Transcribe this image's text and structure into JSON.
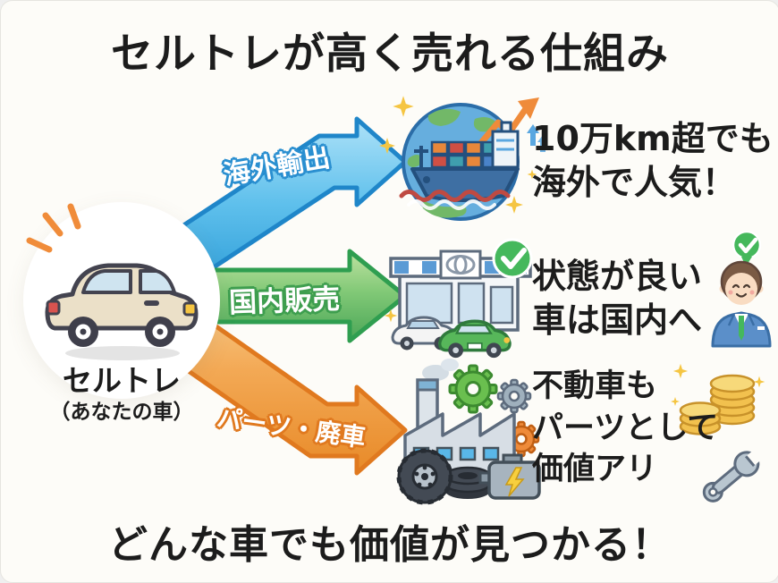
{
  "title": "セルトレが高く売れる仕組み",
  "footer": "どんな車でも価値が見つかる！",
  "source": {
    "label": "セルトレ",
    "sublabel": "（あなたの車）",
    "icon": "car-icon"
  },
  "routes": [
    {
      "name": "overseas-export",
      "arrow_label": "海外輸出",
      "lines": [
        "10万km超でも",
        "海外で人気！"
      ],
      "icon": "cargo-ship-globe-icon",
      "arrow_color": "#38a8e0",
      "arrow_border": "#1f86c9"
    },
    {
      "name": "domestic-sale",
      "arrow_label": "国内販売",
      "lines": [
        "状態が良い",
        "車は国内へ"
      ],
      "icon": "dealership-icon",
      "arrow_color": "#5cb85c",
      "arrow_border": "#2f9e50"
    },
    {
      "name": "parts-scrap",
      "arrow_label": "パーツ・廃車",
      "lines": [
        "不動車も",
        "パーツとして",
        "価値アリ"
      ],
      "icon": "factory-parts-icon",
      "arrow_color": "#f0a04a",
      "arrow_border": "#e0791f"
    }
  ],
  "decorations": {
    "check_icon_color": "#45b85c",
    "coin_color": "#f2c14e",
    "sparkle_color": "#f5c542",
    "background": "#fdfcf8",
    "text_color": "#1c1c1c"
  }
}
